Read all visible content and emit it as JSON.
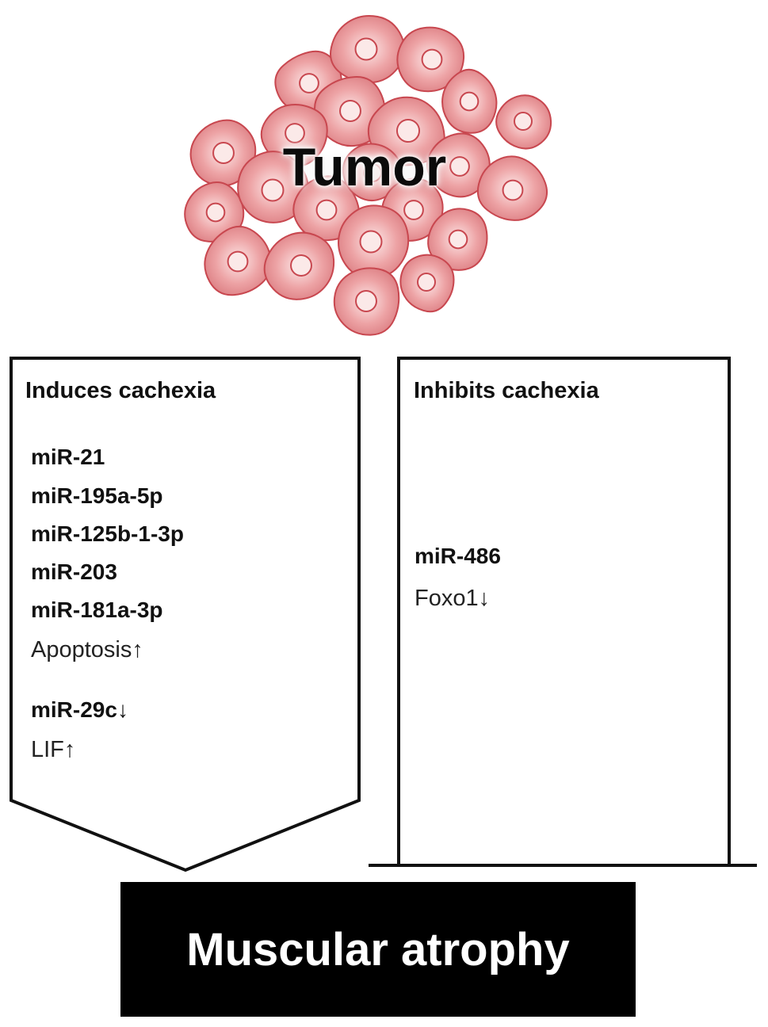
{
  "tumor": {
    "label": "Tumor",
    "cell_fill": "#e89598",
    "cell_stroke": "#c8474f",
    "nucleus_fill": "#fbe9e8"
  },
  "induces": {
    "title": "Induces cachexia",
    "mirnas_group1": [
      "miR-21",
      "miR-195a-5p",
      "miR-125b-1-3p",
      "miR-203",
      "miR-181a-3p"
    ],
    "effect1": "Apoptosis↑",
    "mirna2": "miR-29c↓",
    "effect2": "LIF↑"
  },
  "inhibits": {
    "title": "Inhibits cachexia",
    "mirna": "miR-486",
    "effect": "Foxo1↓"
  },
  "outcome": {
    "label": "Muscular atrophy",
    "background": "#000000",
    "color": "#ffffff"
  }
}
